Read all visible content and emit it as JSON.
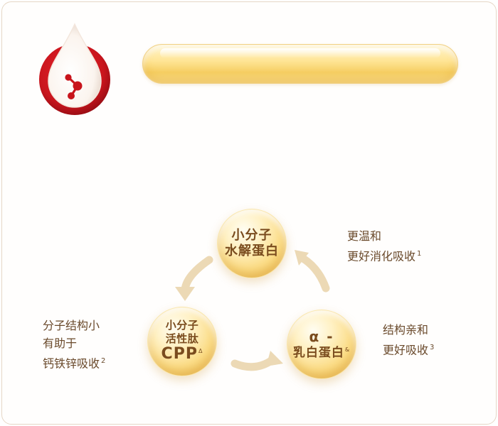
{
  "orbs": {
    "top": {
      "line1": "小分子",
      "line2": "水解蛋白"
    },
    "left": {
      "line1": "小分子",
      "line2": "活性肽",
      "line3": "CPP",
      "mark": "Δ"
    },
    "right": {
      "line1": "α -",
      "line2": "乳白蛋白",
      "mark": "&"
    }
  },
  "notes": {
    "top": {
      "line1": "更温和",
      "line2": "更好消化吸收",
      "ref": "1"
    },
    "left": {
      "line1": "分子结构小",
      "line2": "有助于",
      "line3": "钙铁锌吸收",
      "ref": "2"
    },
    "right": {
      "line1": "结构亲和",
      "line2": "更好吸收",
      "ref": "3"
    }
  },
  "colors": {
    "accent_red": "#c8141c",
    "gold": "#f6cf63",
    "text_brown": "#6a4a2c",
    "arrow": "#ecd9b5"
  },
  "icons": {
    "logo": "milk-drop-molecule-icon",
    "cycle": "cycle-arrow-icon"
  }
}
